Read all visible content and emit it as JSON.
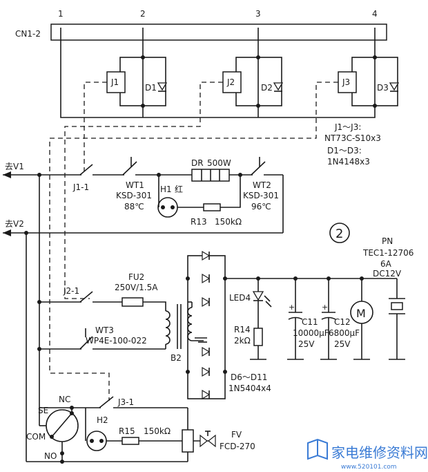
{
  "connector": {
    "name": "CN1-2",
    "pins": [
      "1",
      "2",
      "3",
      "4"
    ]
  },
  "relays": [
    {
      "coil": "J1",
      "diode": "D1"
    },
    {
      "coil": "J2",
      "diode": "D2"
    },
    {
      "coil": "J3",
      "diode": "D3"
    }
  ],
  "relay_spec": [
    "J1～J3:",
    "NT73C-S10x3",
    "D1～D3:",
    "1N4148x3"
  ],
  "outputs": {
    "v1": "去V1",
    "v2": "去V2"
  },
  "contacts": {
    "j1": "J1-1",
    "j2": "J2-1",
    "j3": "J3-1"
  },
  "thermostats": {
    "wt1": {
      "name": "WT1",
      "model": "KSD-301",
      "temp": "88℃"
    },
    "wt2": {
      "name": "WT2",
      "model": "KSD-301",
      "temp": "96℃"
    },
    "wt3": {
      "name": "WT3",
      "model": "WP4E-100-022"
    }
  },
  "heater": {
    "name": "DR",
    "power": "500W"
  },
  "lamps": {
    "h1": "H1",
    "h1_color": "红",
    "h2": "H2"
  },
  "resistors": {
    "r13": "R13",
    "r13_val": "150kΩ",
    "r14": "R14",
    "r14_val": "2kΩ",
    "r15": "R15",
    "r15_val": "150kΩ"
  },
  "section_number": "2",
  "fuse": {
    "name": "FU2",
    "rating": "250V/1.5A"
  },
  "transformer": "B2",
  "led": "LED4",
  "bridge": {
    "name": "D6～D11",
    "spec": "1N5404x4"
  },
  "caps": [
    {
      "name": "C11",
      "value": "10000μF",
      "voltage": "25V"
    },
    {
      "name": "C12",
      "value": "6800μF",
      "voltage": "25V"
    }
  ],
  "peltier": {
    "name": "PN",
    "model": "TEC1-12706",
    "current": "6A",
    "voltage": "DC12V"
  },
  "motor": "M",
  "switch_se": {
    "name": "SE",
    "nc": "NC",
    "com": "COM",
    "no": "NO"
  },
  "valve": {
    "name": "FV",
    "model": "FCD-270"
  },
  "watermark": {
    "text": "家电维修资料网",
    "url": "www.520101.com"
  }
}
